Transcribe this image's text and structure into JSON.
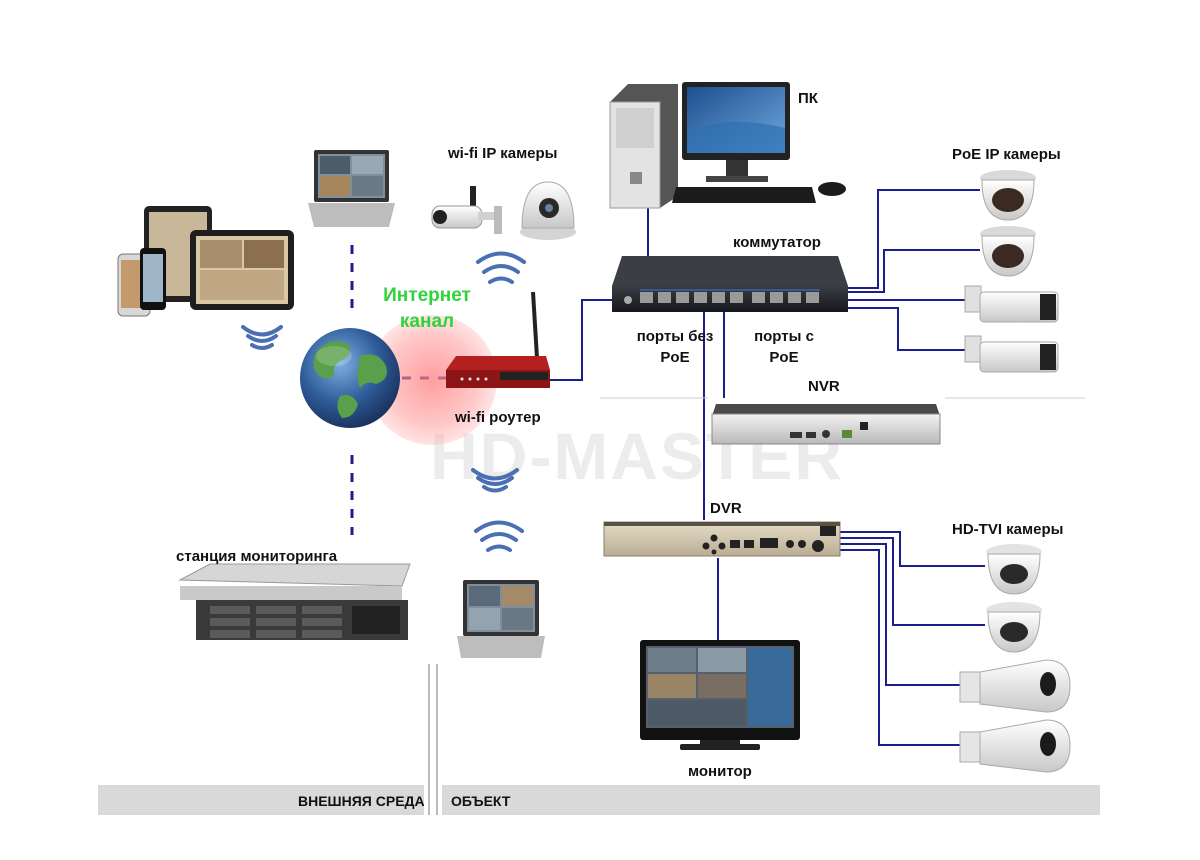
{
  "labels": {
    "pc": "ПК",
    "wifi_ip_cameras": "wi-fi IP камеры",
    "poe_ip_cameras": "PoE IP камеры",
    "switch": "коммутатор",
    "ports_without_poe": "порты без PoE",
    "ports_with_poe": "порты с PoE",
    "nvr": "NVR",
    "dvr": "DVR",
    "hdtvi_cameras": "HD-TVI камеры",
    "internet_channel": "Интернет канал",
    "wifi_router": "wi-fi роутер",
    "monitoring_station": "станция мониторинга",
    "monitor": "монитор",
    "external_env": "ВНЕШНЯЯ СРЕДА",
    "object": "ОБЪЕКТ",
    "watermark": "HD-MASTER"
  },
  "colors": {
    "wire": "#1a1f8c",
    "dash": "#1a1f8c",
    "wifi": "#4a6fb3",
    "internet_text": "#2fd33a",
    "internet_glow": "#ff8a8a",
    "router_red": "#b3201f",
    "footer": "#d9d9d9"
  },
  "icons": [
    "globe-icon",
    "wifi-icon",
    "router-icon",
    "switch-icon",
    "nvr-icon",
    "dvr-icon",
    "dome-camera-icon",
    "bullet-camera-icon",
    "laptop-icon",
    "tablet-icon",
    "phone-icon",
    "pc-icon",
    "server-icon",
    "monitor-icon"
  ]
}
